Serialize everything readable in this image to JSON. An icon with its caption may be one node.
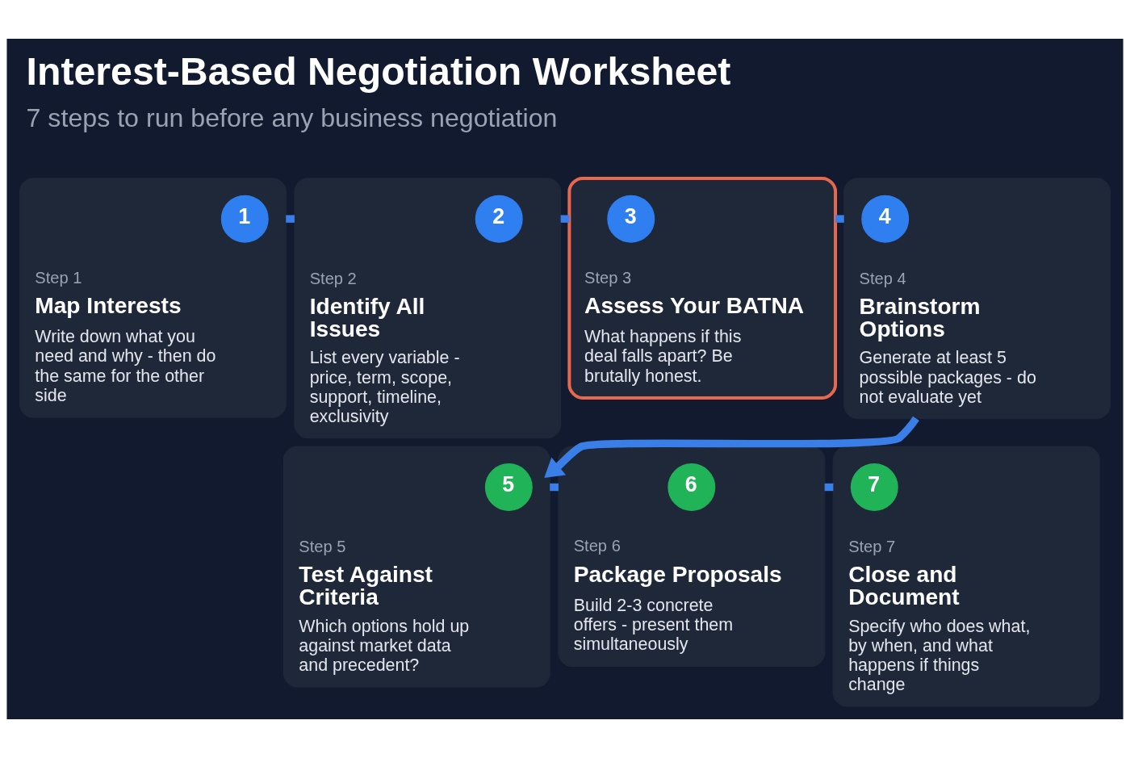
{
  "diagram": {
    "title": "Interest-Based Negotiation Worksheet",
    "caption": "7 steps to run before any business negotiation",
    "nodes": [
      {
        "text": [
          "Step 1",
          "Map Interests",
          "Write down what you need and why - then do the same for the other side"
        ]
      },
      {
        "text": [
          "1"
        ],
        "in": 0
      },
      {
        "text": [
          "Step 2",
          "Identify All Issues",
          "List every variable - price, term, scope, support, timeline, exclusivity"
        ]
      },
      {
        "text": [
          "2"
        ],
        "in": 2
      },
      {
        "text": [
          "Step 3",
          "Assess Your BATNA",
          "What happens if this deal falls apart? Be brutally honest."
        ]
      },
      {
        "text": [
          "3"
        ],
        "in": 4
      },
      {
        "text": [
          "Step 4",
          "Brainstorm Options",
          "Generate at least 5 possible packages - do not evaluate yet"
        ]
      },
      {
        "text": [
          "4"
        ],
        "in": 6
      },
      {
        "text": [
          "Step 5",
          "Test Against Criteria",
          "Which options hold up against market data and precedent?"
        ]
      },
      {
        "text": [
          "5"
        ],
        "in": 8
      },
      {
        "text": [
          "Step 6",
          "Package Proposals",
          "Build 2-3 concrete offers - present them simultaneously"
        ]
      },
      {
        "text": [
          "6"
        ],
        "in": 10
      },
      {
        "text": [
          "Step 7",
          "Close and Document",
          "Specify who does what, by when, and what happens if things change"
        ]
      },
      {
        "text": [
          "7"
        ],
        "in": 12
      }
    ],
    "edges": [
      {
        "from": 0,
        "to": 2,
        "arrow": "none"
      },
      {
        "from": 2,
        "to": 4,
        "arrow": "none"
      },
      {
        "from": 4,
        "to": 6,
        "arrow": "none"
      },
      {
        "from": 6,
        "to": 8,
        "arrow": "to"
      },
      {
        "from": 8,
        "to": 10,
        "arrow": "none"
      },
      {
        "from": 10,
        "to": 12,
        "arrow": "none"
      }
    ]
  }
}
